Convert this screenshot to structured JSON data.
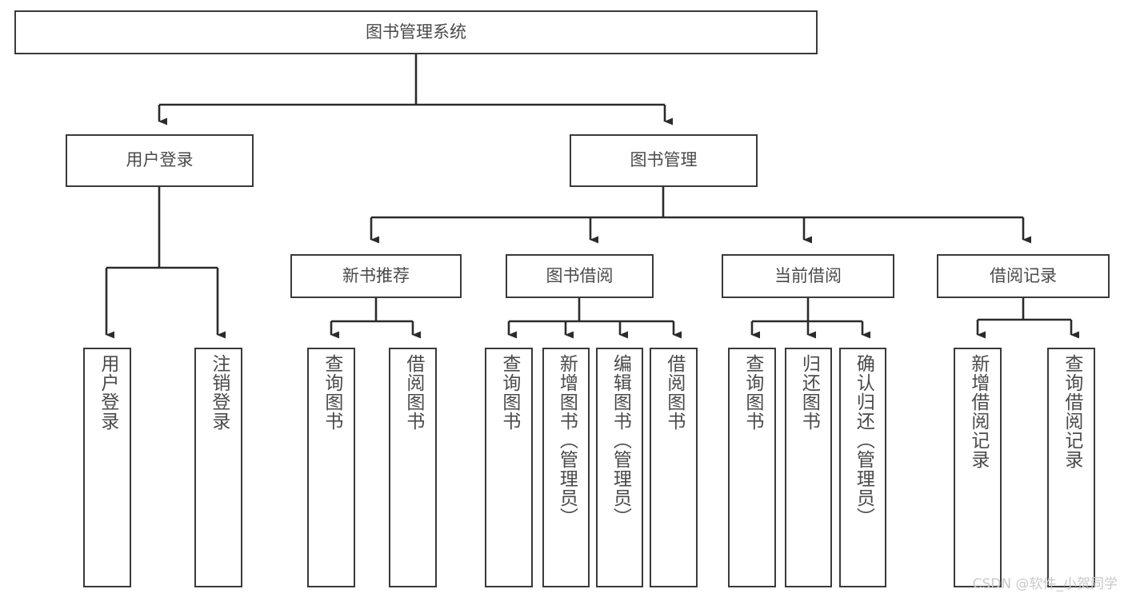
{
  "diagram": {
    "title": "图书管理系统",
    "type": "hierarchy-tree",
    "watermark": "CSDN @软件_小贺同学",
    "levels": {
      "root": {
        "label": "图书管理系统"
      },
      "level2": [
        {
          "label": "用户登录"
        },
        {
          "label": "图书管理"
        }
      ],
      "level3": [
        {
          "label": "新书推荐"
        },
        {
          "label": "图书借阅"
        },
        {
          "label": "当前借阅"
        },
        {
          "label": "借阅记录"
        }
      ],
      "leaves": [
        {
          "label": "用户登录",
          "parent": "用户登录"
        },
        {
          "label": "注销登录",
          "parent": "用户登录"
        },
        {
          "label": "查询图书",
          "parent": "新书推荐"
        },
        {
          "label": "借阅图书",
          "parent": "新书推荐"
        },
        {
          "label": "查询图书",
          "parent": "图书借阅"
        },
        {
          "label": "新增图书（管理员）",
          "parent": "图书借阅"
        },
        {
          "label": "编辑图书（管理员）",
          "parent": "图书借阅"
        },
        {
          "label": "借阅图书",
          "parent": "图书借阅"
        },
        {
          "label": "查询图书",
          "parent": "当前借阅"
        },
        {
          "label": "归还图书",
          "parent": "当前借阅"
        },
        {
          "label": "确认归还（管理员）",
          "parent": "当前借阅"
        },
        {
          "label": "新增借阅记录",
          "parent": "借阅记录"
        },
        {
          "label": "查询借阅记录",
          "parent": "借阅记录"
        }
      ]
    },
    "colors": {
      "box_border": "#3a3a3a",
      "box_fill": "#ffffff",
      "text": "#4a4a4a",
      "connector": "#2b2b2b",
      "watermark": "#c9c9c9",
      "background": "#ffffff"
    }
  }
}
